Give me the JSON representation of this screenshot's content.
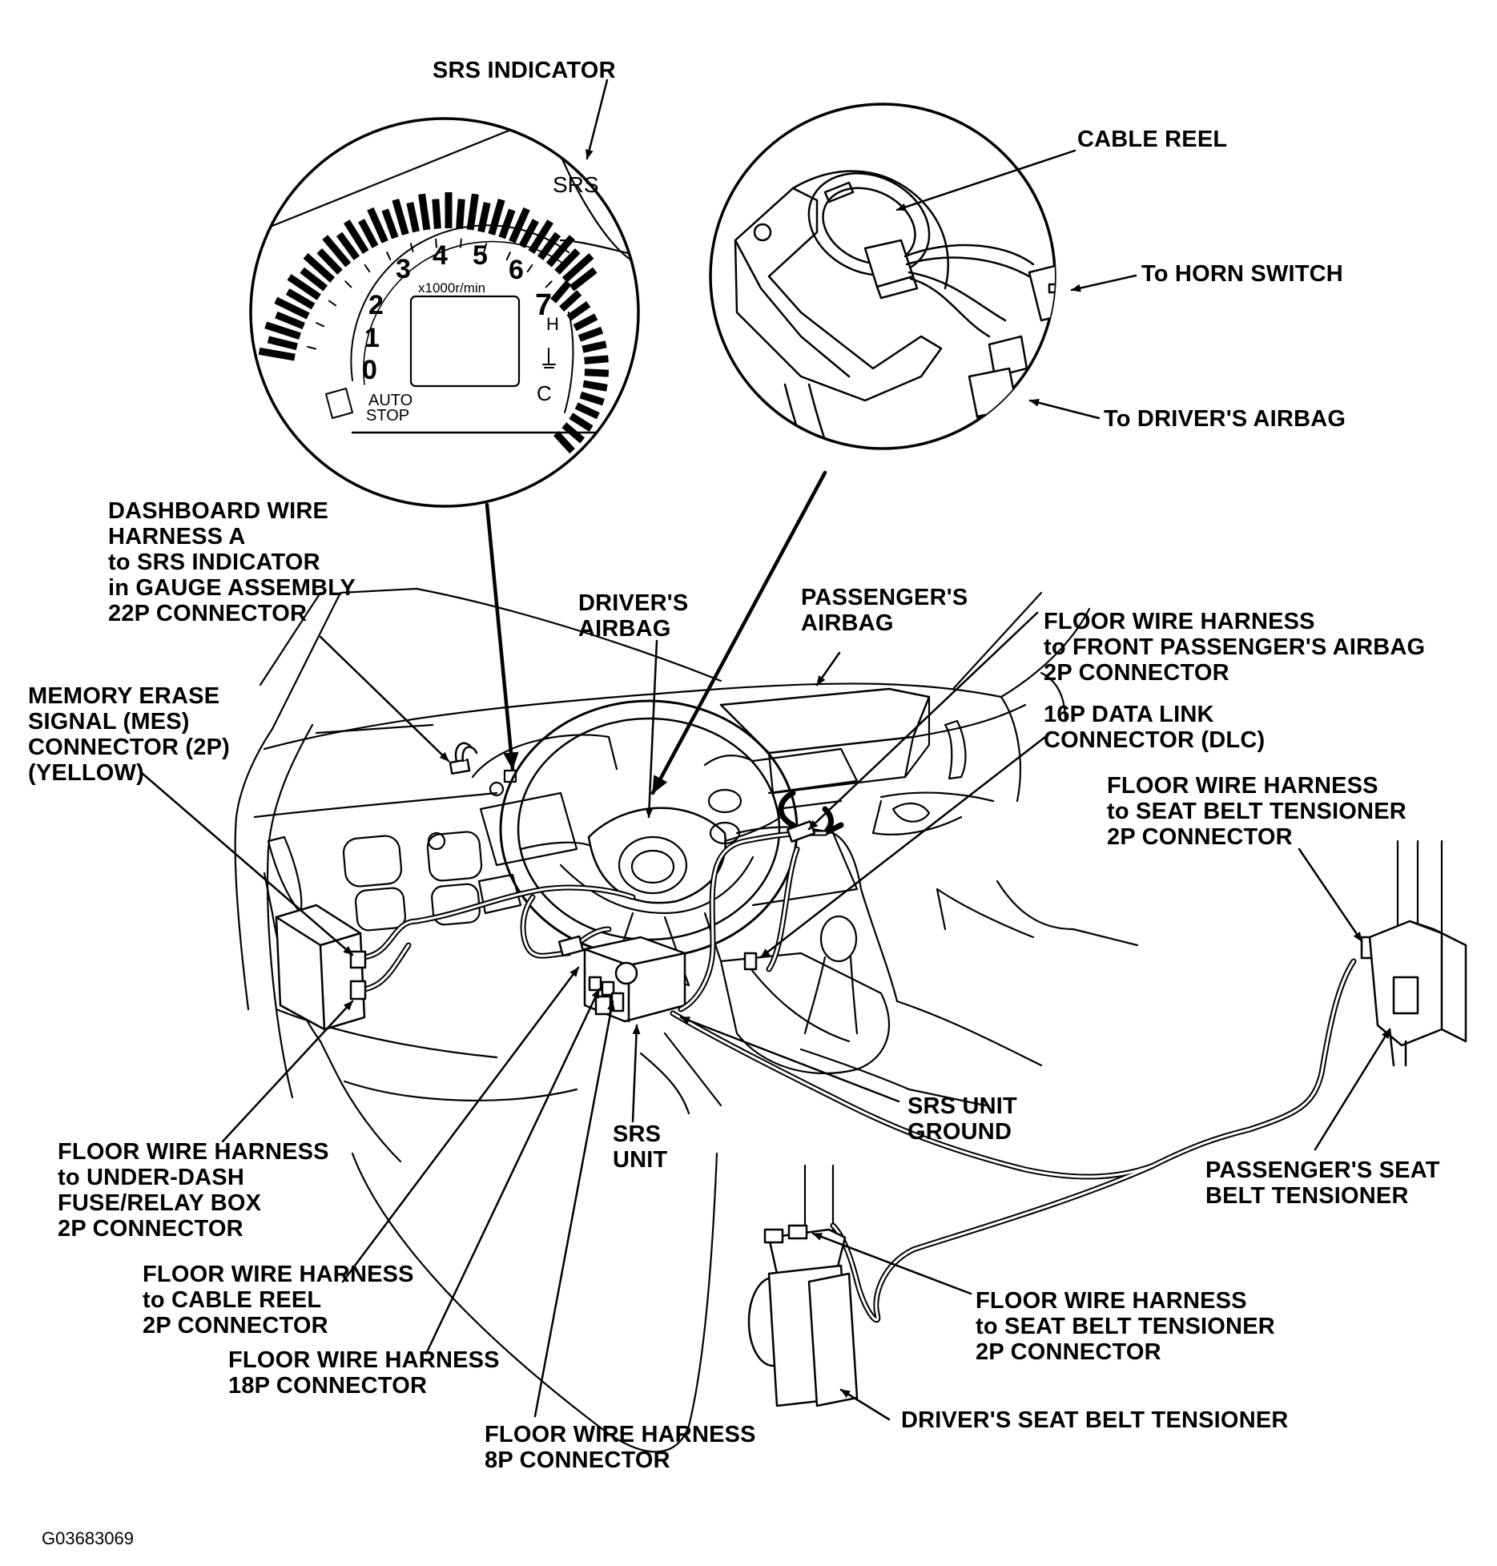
{
  "figure_id": "G03683069",
  "labels": {
    "srs_indicator": "SRS INDICATOR",
    "cable_reel": "CABLE REEL",
    "to_horn_switch": "To HORN SWITCH",
    "to_drivers_airbag": "To DRIVER'S AIRBAG",
    "dashboard_harness": "DASHBOARD WIRE\nHARNESS A\nto SRS INDICATOR\nin GAUGE ASSEMBLY\n22P CONNECTOR",
    "drivers_airbag": "DRIVER'S\nAIRBAG",
    "passengers_airbag": "PASSENGER'S\nAIRBAG",
    "floor_harness_front_passenger": "FLOOR WIRE HARNESS\nto FRONT PASSENGER'S AIRBAG\n2P CONNECTOR",
    "mes_connector": "MEMORY ERASE\nSIGNAL (MES)\nCONNECTOR (2P)\n(YELLOW)",
    "dlc": "16P DATA LINK\nCONNECTOR (DLC)",
    "floor_harness_seat_belt_right": "FLOOR WIRE HARNESS\nto SEAT BELT TENSIONER\n2P CONNECTOR",
    "srs_unit_ground": "SRS UNIT\nGROUND",
    "srs_unit": "SRS\nUNIT",
    "passengers_seat_belt_tensioner": "PASSENGER'S SEAT\nBELT TENSIONER",
    "floor_harness_fuse_box": "FLOOR WIRE HARNESS\nto UNDER-DASH\nFUSE/RELAY BOX\n2P CONNECTOR",
    "floor_harness_cable_reel": "FLOOR WIRE HARNESS\nto CABLE REEL\n2P CONNECTOR",
    "floor_harness_18p": "FLOOR WIRE HARNESS\n18P CONNECTOR",
    "floor_harness_8p": "FLOOR WIRE HARNESS\n8P CONNECTOR",
    "floor_harness_seat_belt_bottom": "FLOOR WIRE HARNESS\nto SEAT BELT TENSIONER\n2P CONNECTOR",
    "drivers_seat_belt_tensioner": "DRIVER'S SEAT BELT TENSIONER"
  },
  "gauge": {
    "srs_text": "SRS",
    "digits": [
      "0",
      "1",
      "2",
      "3",
      "4",
      "5",
      "6",
      "7"
    ],
    "rpm_unit": "x1000r/min",
    "hot": "H",
    "cold": "C",
    "auto_stop": "AUTO\nSTOP"
  }
}
